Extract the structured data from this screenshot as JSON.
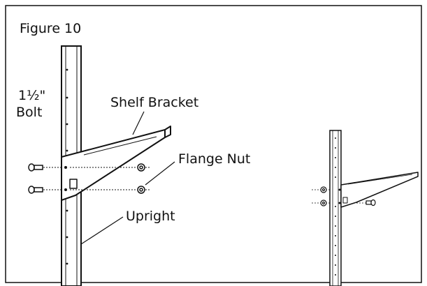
{
  "figure_title": "Figure 10",
  "labels": {
    "bolt_size": "1½\"",
    "bolt": "Bolt",
    "shelf_bracket": "Shelf Bracket",
    "flange_nut": "Flange Nut",
    "upright": "Upright"
  },
  "colors": {
    "line": "#111111",
    "background": "#ffffff"
  }
}
